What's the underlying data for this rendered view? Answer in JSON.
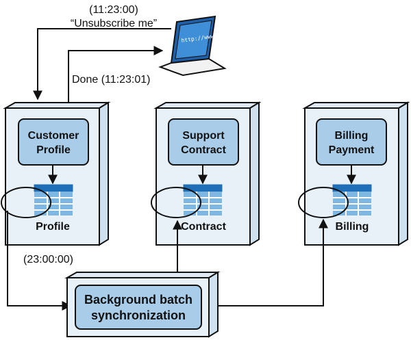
{
  "request": {
    "time": "(11:23:00)",
    "message": "“Unsubscribe me”"
  },
  "response": {
    "text": "Done (11:23:01)"
  },
  "laptop": {
    "screen_text": "http://www"
  },
  "services": [
    {
      "box_line1": "Customer",
      "box_line2": "Profile",
      "db_label": "Profile"
    },
    {
      "box_line1": "Support",
      "box_line2": "Contract",
      "db_label": "Contract"
    },
    {
      "box_line1": "Billing",
      "box_line2": "Payment",
      "db_label": "Billing"
    }
  ],
  "batch": {
    "time": "(23:00:00)",
    "line1": "Background batch",
    "line2": "synchronization"
  },
  "colors": {
    "box_fill": "#a9cde8",
    "container_fill": "#e8f1f8",
    "container_side": "#cfe0ee",
    "table_header": "#1f6fb8",
    "table_cell": "#7fb7e3",
    "stroke": "#111111"
  }
}
